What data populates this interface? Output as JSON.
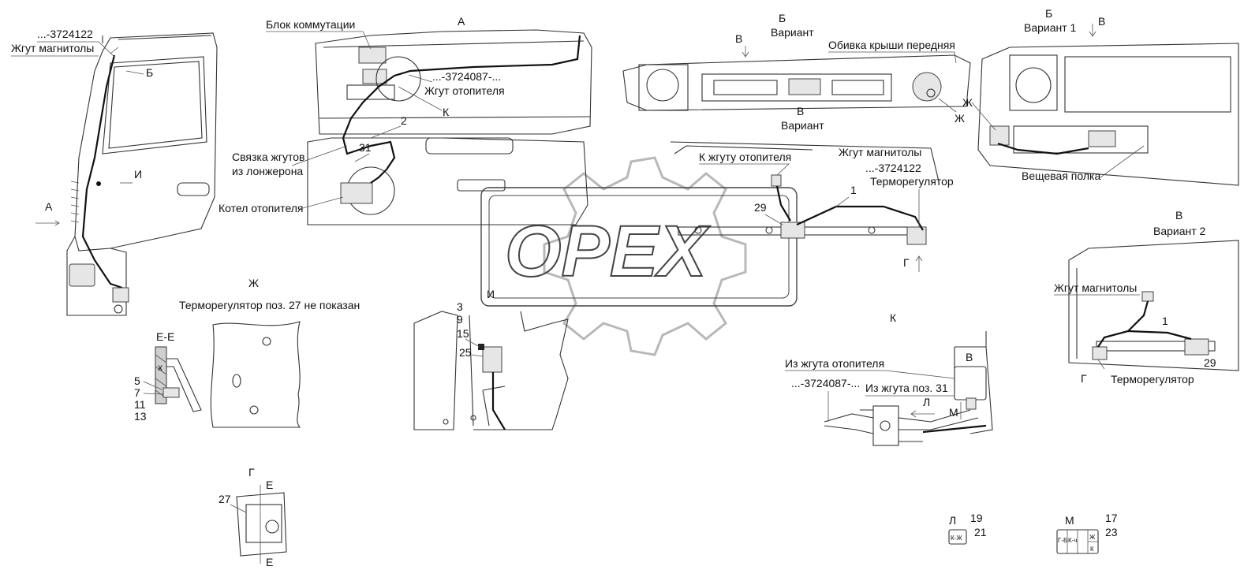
{
  "watermark": "OPEX",
  "views": {
    "cab": {
      "part_number": "...-3724122",
      "harness": "Жгут магнитолы",
      "mark_b": "Б",
      "mark_i": "И",
      "mark_a": "А"
    },
    "view_a": {
      "title": "А",
      "switch_block": "Блок коммутации",
      "part_number": "...-3724087-...",
      "heater_harness": "Жгут отопителя",
      "mark_k": "К",
      "pos_2": "2",
      "pos_31": "31",
      "harness_bundle_1": "Связка жгутов",
      "harness_bundle_2": "из лонжерона",
      "heater_boiler": "Котел отопителя"
    },
    "view_b": {
      "title": "Б",
      "variant": "Вариант",
      "roof_lining": "Обивка крыши передняя",
      "arrow_v": "В",
      "mark_zh": "Ж"
    },
    "view_b1": {
      "title": "Б",
      "variant": "Вариант 1",
      "arrow_v": "В",
      "mark_zh": "Ж",
      "shelf": "Вещевая полка"
    },
    "view_v": {
      "title": "В",
      "variant": "Вариант",
      "to_heater": "К жгуту отопителя",
      "radio_harness": "Жгут магнитолы",
      "part_number": "...-3724122",
      "pos_1": "1",
      "thermo": "Терморегулятор",
      "pos_29": "29",
      "mark_g": "Г"
    },
    "view_v2": {
      "title": "В",
      "variant": "Вариант 2",
      "radio_harness": "Жгут магнитолы",
      "pos_1": "1",
      "pos_29": "29",
      "mark_g": "Г",
      "thermo": "Терморегулятор"
    },
    "view_zh": {
      "title": "Ж",
      "note": "Терморегулятор поз. 27 не показан"
    },
    "section_ee": {
      "title": "Е-Е",
      "pos_5": "5",
      "pos_7": "7",
      "pos_11": "11",
      "pos_13": "13"
    },
    "view_i": {
      "title": "И",
      "pos_3": "3",
      "pos_9": "9",
      "pos_15": "15",
      "pos_25": "25"
    },
    "view_k": {
      "title": "К",
      "mark_v": "В",
      "from_heater": "Из жгута отопителя",
      "part_number": "...-3724087-...",
      "from_pos31": "Из жгута поз. 31",
      "mark_l": "Л",
      "mark_m": "М"
    },
    "view_g": {
      "title": "Г",
      "pos_27": "27",
      "mark_e_top": "Е",
      "mark_e_bottom": "Е"
    },
    "view_l": {
      "title": "Л",
      "pos_19": "19",
      "pos_21": "21",
      "pin": "К-Ж"
    },
    "view_m": {
      "title": "М",
      "pos_17": "17",
      "pos_23": "23",
      "pins": [
        "Г-Б",
        "К-ч",
        "Ж",
        "К"
      ]
    }
  }
}
